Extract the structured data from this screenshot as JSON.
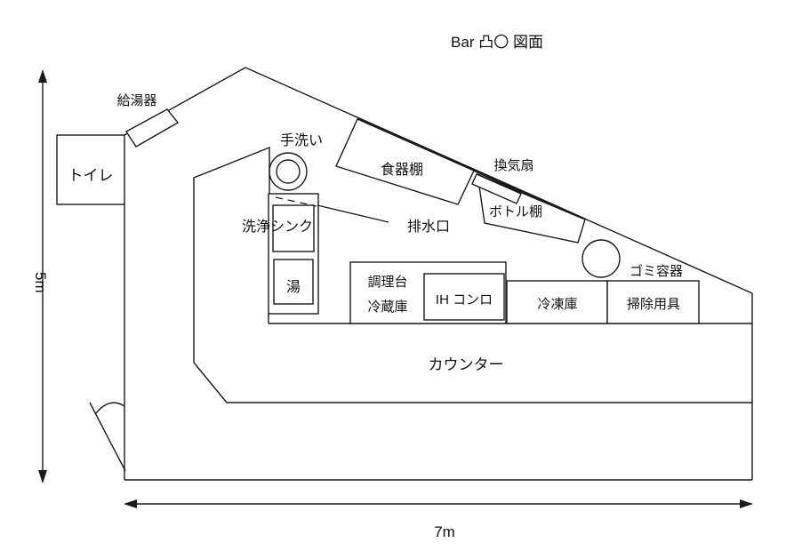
{
  "title": "Bar 凸〇 図面",
  "dimensions": {
    "height": "5m",
    "width": "7m"
  },
  "labels": {
    "toilet": "トイレ",
    "water_heater": "給湯器",
    "hand_wash": "手洗い",
    "dish_shelf": "食器棚",
    "vent_fan": "換気扇",
    "bottle_shelf": "ボトル棚",
    "wash_sink": "洗浄シンク",
    "drain": "排水口",
    "hot_water": "湯",
    "prep_table": "調理台",
    "fridge": "冷蔵庫",
    "ih_stove": "IH コンロ",
    "freezer": "冷凍庫",
    "cleaning_tools": "掃除用具",
    "trash_container": "ゴミ容器",
    "counter": "カウンター"
  },
  "colors": {
    "line": "#1a1a1a",
    "background": "#ffffff"
  }
}
